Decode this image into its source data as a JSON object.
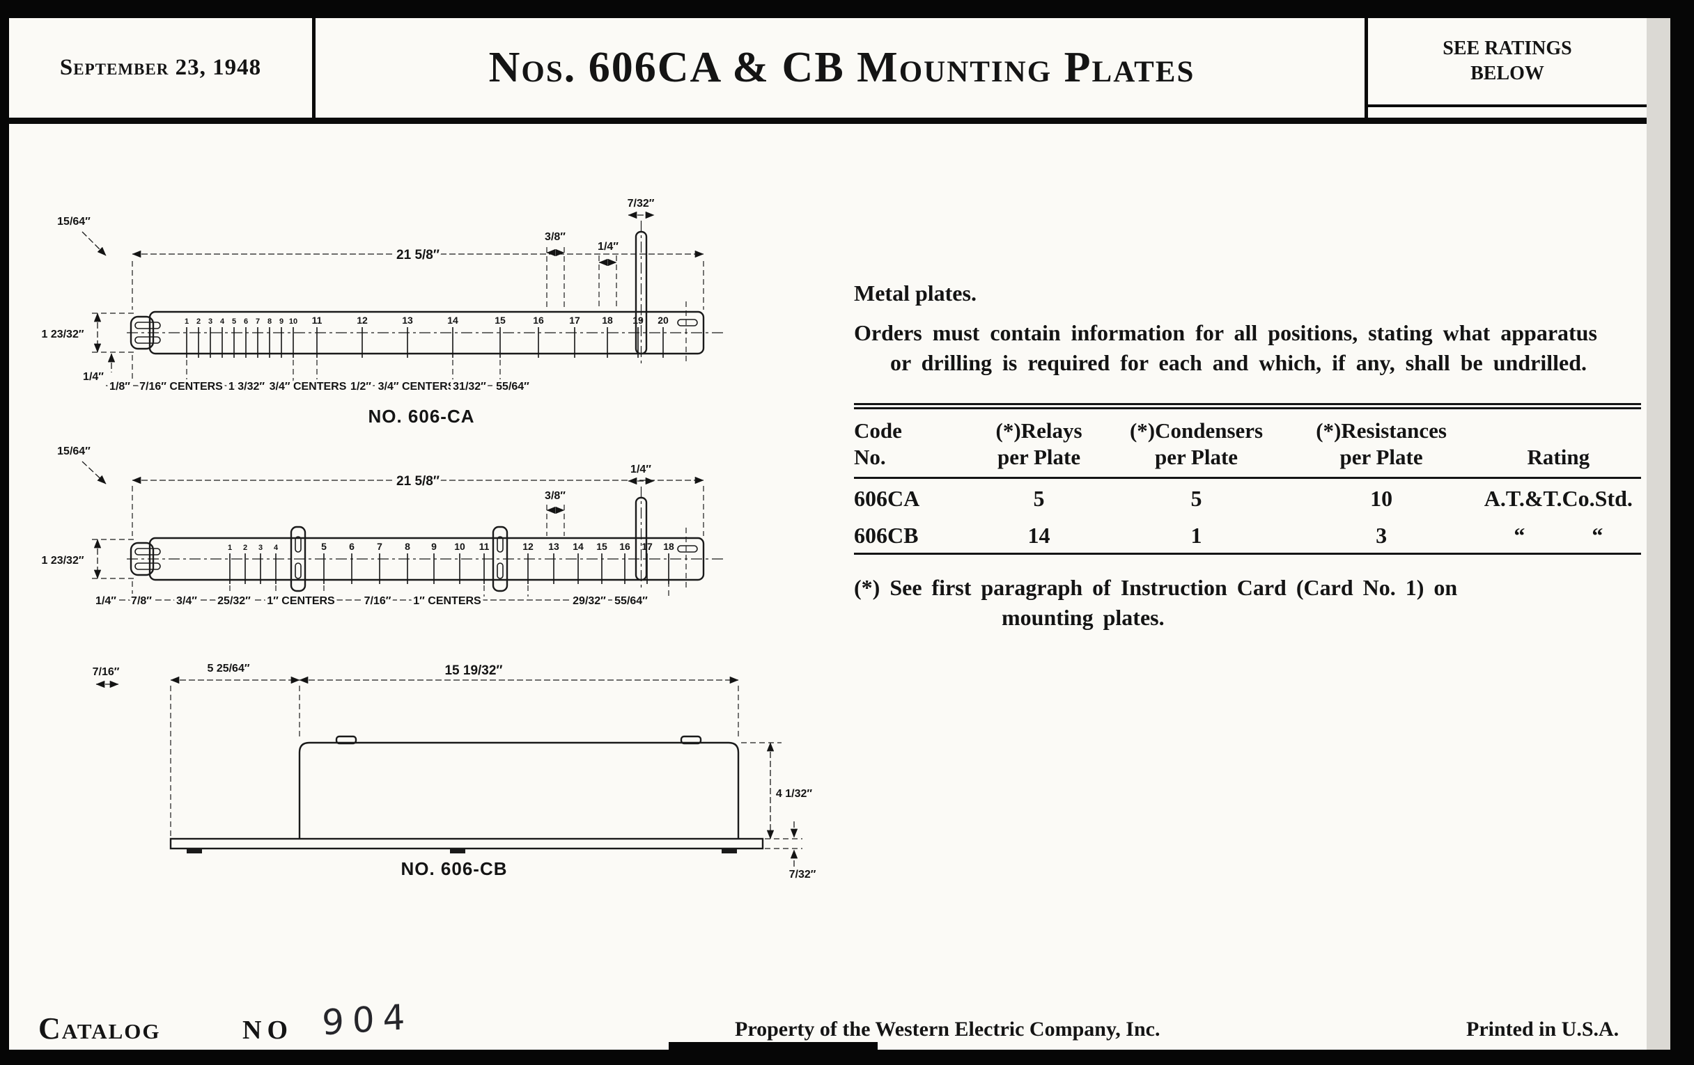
{
  "colors": {
    "paper": "#fbfaf6",
    "ink": "#141414",
    "scan_edge": "#060606"
  },
  "header": {
    "date": "September 23, 1948",
    "title": "Nos. 606CA & CB Mounting Plates",
    "ratings_line1": "SEE RATINGS",
    "ratings_line2": "BELOW"
  },
  "notes": {
    "metal": "Metal plates.",
    "orders": "Orders must contain information for all positions, stating what apparatus or drilling is required for each and which, if any, shall be undrilled."
  },
  "table": {
    "columns": [
      {
        "l1": "Code",
        "l2": "No."
      },
      {
        "l1": "(*)Relays",
        "l2": "per Plate"
      },
      {
        "l1": "(*)Condensers",
        "l2": "per Plate"
      },
      {
        "l1": "(*)Resistances",
        "l2": "per Plate"
      },
      {
        "l1": "",
        "l2": "Rating"
      }
    ],
    "rows": [
      {
        "code": "606CA",
        "relays": "5",
        "condensers": "5",
        "resistances": "10",
        "rating": "A.T.&T.Co.Std."
      },
      {
        "code": "606CB",
        "relays": "14",
        "condensers": "1",
        "resistances": "3",
        "rating": "“   “"
      }
    ],
    "footnote": "(*) See first paragraph of Instruction Card (Card No. 1) on mounting plates."
  },
  "drawings": {
    "ca": {
      "name": "NO. 606-CA",
      "positions": [
        "1",
        "2",
        "3",
        "4",
        "5",
        "6",
        "7",
        "8",
        "9",
        "10",
        "11",
        "12",
        "13",
        "14",
        "15",
        "16",
        "17",
        "18",
        "19",
        "20"
      ],
      "dims": {
        "overall": "21 5/8″",
        "edge": "7/32″",
        "d38": "3/8″",
        "d14r": "1/4″",
        "d1564": "15/64″",
        "height": "1 23/32″",
        "d14l": "1/4″",
        "chain": [
          "1/8″",
          "7/16″ CENTERS",
          "1 3/32″",
          "3/4″ CENTERS",
          "1/2″",
          "3/4″ CENTERS",
          "31/32″",
          "55/64″"
        ]
      }
    },
    "cb": {
      "name": "NO. 606-CB",
      "positions": [
        "1",
        "2",
        "3",
        "4",
        "5",
        "6",
        "7",
        "8",
        "9",
        "10",
        "11",
        "12",
        "13",
        "14",
        "15",
        "16",
        "17",
        "18"
      ],
      "dims": {
        "overall": "21 5/8″",
        "d38": "3/8″",
        "d14r": "1/4″",
        "d1564": "15/64″",
        "height": "1 23/32″",
        "chain": [
          "1/4″",
          "7/8″",
          "3/4″",
          "25/32″",
          "1″ CENTERS",
          "7/16″",
          "1″ CENTERS",
          "29/32″",
          "55/64″"
        ]
      }
    },
    "side": {
      "d716": "7/16″",
      "left_span": "5 25/64″",
      "right_span": "15 19/32″",
      "height": "4 1/32″",
      "thickness": "7/32″"
    }
  },
  "footer": {
    "catalog_label": "Catalog",
    "no_label": "NO",
    "catalog_number": "904",
    "property": "Property of the Western Electric Company, Inc.",
    "printed": "Printed in U.S.A."
  }
}
